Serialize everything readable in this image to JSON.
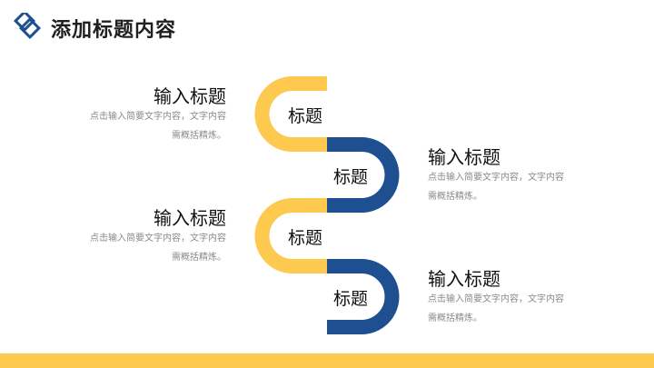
{
  "header": {
    "title": "添加标题内容",
    "logo_icon": "diamond-logo-icon",
    "accent_color": "#1d4f91"
  },
  "colors": {
    "yellow": "#fdc94f",
    "navy": "#1d4f91"
  },
  "steps": [
    {
      "label": "标题",
      "color": "yellow",
      "side": "left",
      "title": "输入标题",
      "desc": "点击输入简要文字内容，文字内容需概括精炼。"
    },
    {
      "label": "标题",
      "color": "navy",
      "side": "right",
      "title": "输入标题",
      "desc": "点击输入简要文字内容，文字内容需概括精炼。"
    },
    {
      "label": "标题",
      "color": "yellow",
      "side": "left",
      "title": "输入标题",
      "desc": "点击输入简要文字内容，文字内容需概括精炼。"
    },
    {
      "label": "标题",
      "color": "navy",
      "side": "right",
      "title": "输入标题",
      "desc": "点击输入简要文字内容，文字内容需概括精炼。"
    }
  ]
}
